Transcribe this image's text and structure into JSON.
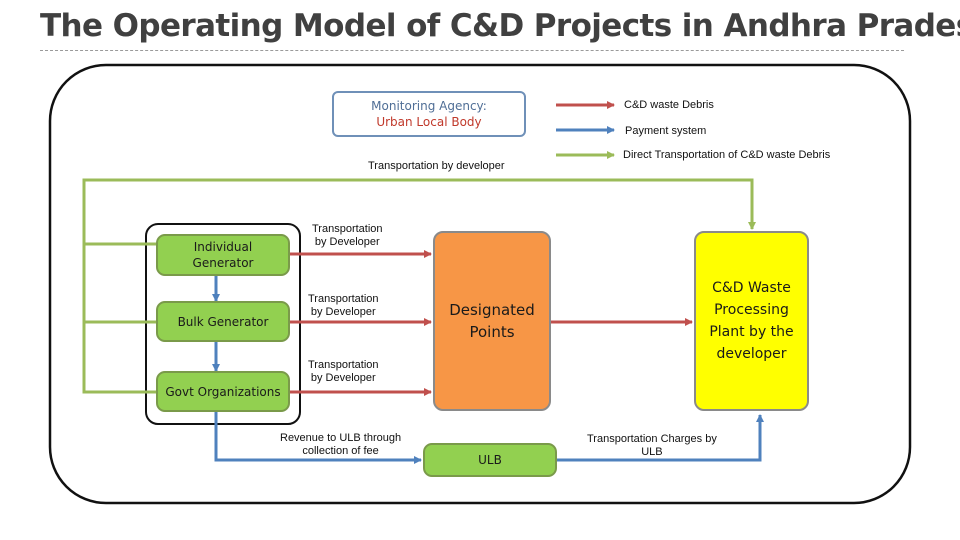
{
  "title": "The Operating Model of C&D Projects in Andhra Pradesh",
  "legend": [
    {
      "label": "C&D waste Debris",
      "color": "#c0504d"
    },
    {
      "label": "Payment system",
      "color": "#4f81bd"
    },
    {
      "label": "Direct Transportation of C&D waste Debris",
      "color": "#9bbb59"
    }
  ],
  "monitoring": {
    "line1": "Monitoring Agency:",
    "line2": "Urban Local Body"
  },
  "generators": [
    "Individual Generator",
    "Bulk Generator",
    "Govt Organizations"
  ],
  "designated_points": "Designated Points",
  "plant": "C&D Waste Processing Plant by the developer",
  "ulb": "ULB",
  "labels": {
    "top_transport": "Transportation by developer",
    "t1_a": "Transportation",
    "t1_b": "by Developer",
    "t2_a": "Transportation",
    "t2_b": "by Developer",
    "t3_a": "Transportation",
    "t3_b": "by Developer",
    "revenue_a": "Revenue to ULB through",
    "revenue_b": "collection of fee",
    "charges_a": "Transportation Charges by",
    "charges_b": "ULB"
  }
}
